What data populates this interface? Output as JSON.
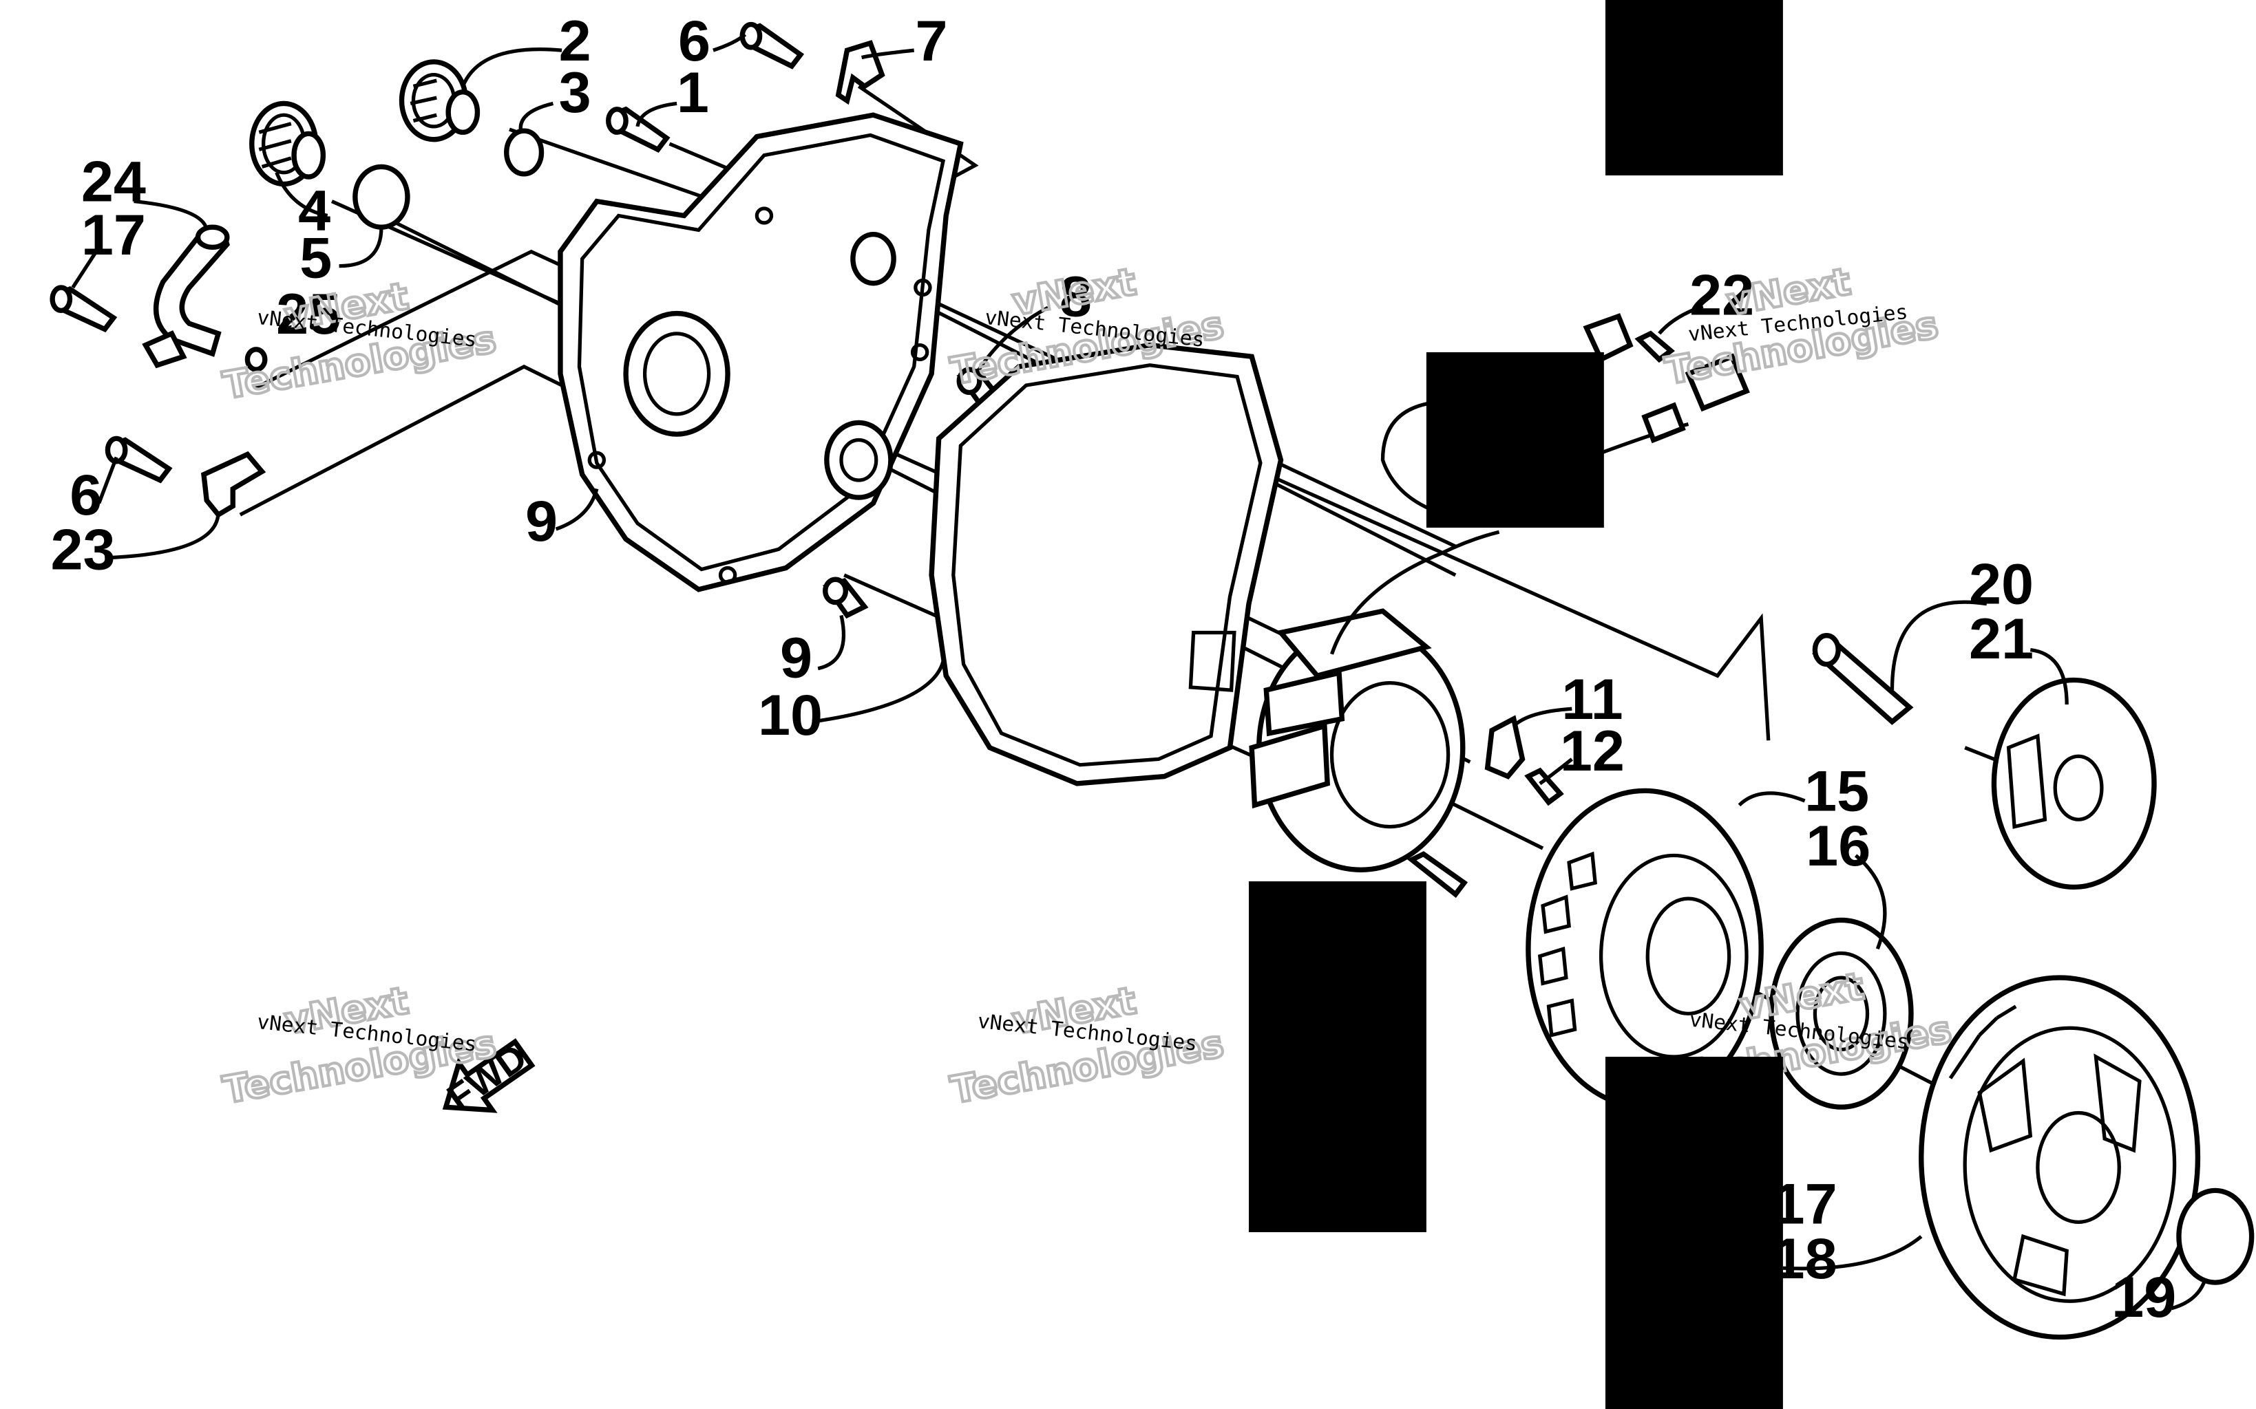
{
  "diagram": {
    "callouts": [
      {
        "id": "c1",
        "label": "1"
      },
      {
        "id": "c2",
        "label": "2"
      },
      {
        "id": "c3",
        "label": "3"
      },
      {
        "id": "c4",
        "label": "4"
      },
      {
        "id": "c5",
        "label": "5"
      },
      {
        "id": "c6a",
        "label": "6"
      },
      {
        "id": "c6b",
        "label": "6"
      },
      {
        "id": "c7",
        "label": "7"
      },
      {
        "id": "c8",
        "label": "8"
      },
      {
        "id": "c9a",
        "label": "9"
      },
      {
        "id": "c9b",
        "label": "9"
      },
      {
        "id": "c10",
        "label": "10"
      },
      {
        "id": "c11",
        "label": "11"
      },
      {
        "id": "c12",
        "label": "12"
      },
      {
        "id": "c15",
        "label": "15"
      },
      {
        "id": "c16",
        "label": "16"
      },
      {
        "id": "c17a",
        "label": "17"
      },
      {
        "id": "c17b",
        "label": "17"
      },
      {
        "id": "c18",
        "label": "18"
      },
      {
        "id": "c19",
        "label": "19"
      },
      {
        "id": "c20",
        "label": "20"
      },
      {
        "id": "c21",
        "label": "21"
      },
      {
        "id": "c22",
        "label": "22"
      },
      {
        "id": "c23",
        "label": "23"
      },
      {
        "id": "c24",
        "label": "24"
      },
      {
        "id": "c25",
        "label": "25"
      }
    ],
    "direction_arrow": "FWD",
    "watermark": {
      "line1": "vNext Technologies",
      "big1": "vNext",
      "big2": "Technologies"
    }
  }
}
